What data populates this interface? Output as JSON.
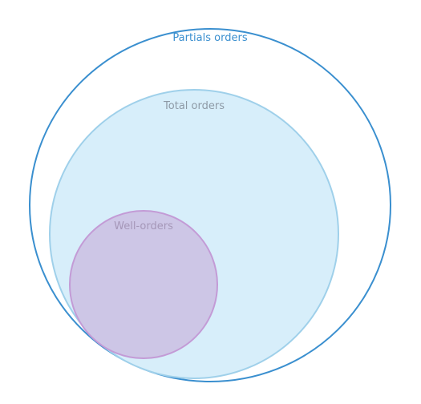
{
  "diagram": {
    "sets": [
      {
        "id": "partial",
        "label": "Partials orders",
        "stroke": "#3a8fcf",
        "fill": "#ffffff",
        "text_color": "#3a8fcf"
      },
      {
        "id": "total",
        "label": "Total orders",
        "stroke": "#9fd0ea",
        "fill": "#d7eefa",
        "text_color": "#8e9aa6"
      },
      {
        "id": "well",
        "label": "Well-orders",
        "stroke": "#c39bd6",
        "fill": "#cdc6e6",
        "text_color": "#a597b8"
      }
    ]
  }
}
